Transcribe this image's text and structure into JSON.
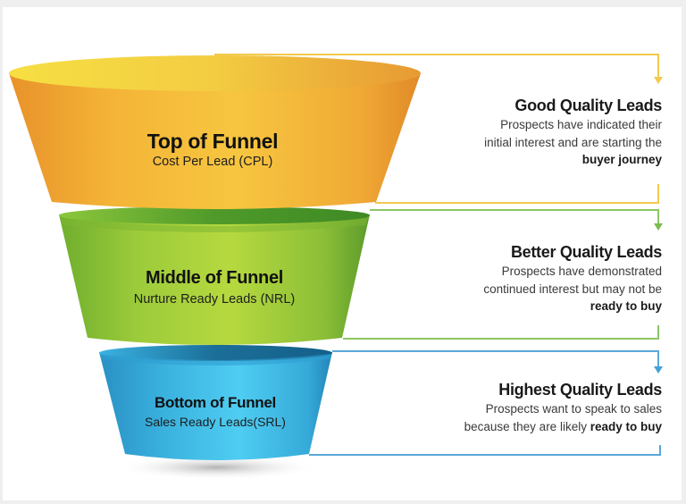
{
  "colors": {
    "page_bg": "#efefef",
    "card_bg": "#ffffff",
    "top_funnel": "#f2b53a",
    "top_funnel_rim": "#f5d84a",
    "middle_funnel": "#a5c93c",
    "middle_funnel_rim": "#4e9a2a",
    "bottom_funnel": "#3bb6e0",
    "bottom_funnel_rim": "#1c6f9a",
    "connector_top": "#f2c94c",
    "connector_middle": "#8cc665",
    "connector_bottom": "#5aa8d8"
  },
  "stages": [
    {
      "id": "top",
      "title": "Top of Funnel",
      "subtitle": "Cost Per Lead (CPL)",
      "quality_heading": "Good Quality Leads",
      "description_lines": [
        "Prospects have indicated their",
        "initial interest and are starting the"
      ],
      "description_bold": "buyer journey",
      "arrow_icon": "arrow-down"
    },
    {
      "id": "middle",
      "title": "Middle of Funnel",
      "subtitle": "Nurture Ready Leads (NRL)",
      "quality_heading": "Better Quality Leads",
      "description_lines": [
        "Prospects have demonstrated",
        "continued interest but may not be"
      ],
      "description_bold": "ready to buy",
      "arrow_icon": "arrow-down"
    },
    {
      "id": "bottom",
      "title": "Bottom of Funnel",
      "subtitle": "Sales Ready Leads(SRL)",
      "quality_heading": "Highest Quality Leads",
      "description_lines": [
        "Prospects want to speak to sales",
        "because they are likely"
      ],
      "description_bold": "ready to buy",
      "arrow_icon": "arrow-down"
    }
  ]
}
